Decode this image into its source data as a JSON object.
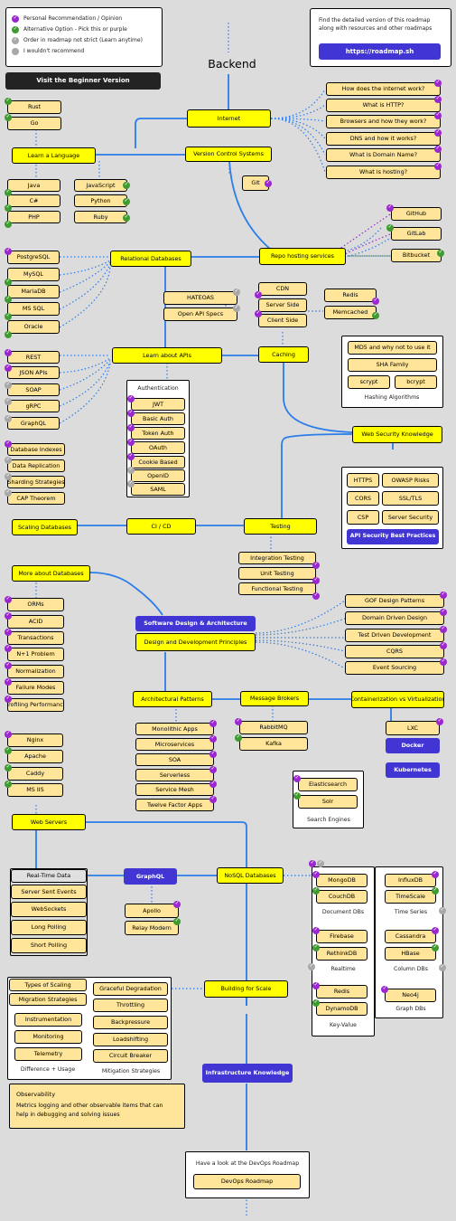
{
  "title": "Backend",
  "legend": {
    "items": [
      {
        "icon": "purple-check-icon",
        "label": "Personal Recommendation / Opinion"
      },
      {
        "icon": "green-check-icon",
        "label": "Alternative Option - Pick this or purple"
      },
      {
        "icon": "grey-check-icon",
        "label": "Order in roadmap not strict (Learn anytime)"
      },
      {
        "icon": "grey-dot-icon",
        "label": "I wouldn't recommend"
      }
    ],
    "beginner_button": "Visit the Beginner Version"
  },
  "info": {
    "line1": "Find the detailed version of this roadmap",
    "line2": "along with resources and other roadmaps",
    "link": "https://roadmap.sh"
  },
  "nodes": {
    "internet": "Internet",
    "how_internet": "How does the internet work?",
    "http": "What is HTTP?",
    "browsers": "Browsers and how they work?",
    "dns": "DNS and how it works?",
    "domain": "What is Domain Name?",
    "hosting": "What is hosting?",
    "rust": "Rust",
    "go": "Go",
    "learn_language": "Learn a Language",
    "vcs": "Version Control Systems",
    "git": "Git",
    "java": "Java",
    "csharp": "C#",
    "php": "PHP",
    "javascript": "JavaScript",
    "python": "Python",
    "ruby": "Ruby",
    "github": "GitHub",
    "gitlab": "GitLab",
    "bitbucket": "Bitbucket",
    "repo_hosting": "Repo hosting services",
    "relational_db": "Relational Databases",
    "postgresql": "PostgreSQL",
    "mysql": "MySQL",
    "mariadb": "MariaDB",
    "mssql": "MS SQL",
    "oracle": "Oracle",
    "hateoas": "HATEOAS",
    "open_api": "Open API Specs",
    "cdn": "CDN",
    "server_side": "Server Side",
    "client_side": "Client Side",
    "redis": "Redis",
    "memcached": "Memcached",
    "learn_apis": "Learn about APIs",
    "caching": "Caching",
    "rest": "REST",
    "json_apis": "JSON APIs",
    "soap": "SOAP",
    "grpc": "gRPC",
    "graphql": "GraphQL",
    "authentication": "Authentication",
    "jwt": "JWT",
    "basic_auth": "Basic Auth",
    "token_auth": "Token Auth",
    "oauth": "OAuth",
    "cookie_auth": "Cookie Based",
    "openid": "OpenID",
    "saml": "SAML",
    "md5": "MD5 and why not to use it",
    "sha": "SHA Family",
    "scrypt": "scrypt",
    "bcrypt": "bcrypt",
    "hashing": "Hashing Algorithms",
    "web_security": "Web Security Knowledge",
    "https": "HTTPS",
    "owasp": "OWASP Risks",
    "cors": "CORS",
    "ssl": "SSL/TLS",
    "csp": "CSP",
    "server_security": "Server Security",
    "api_security": "API Security Best Practices",
    "db_indexes": "Database Indexes",
    "data_replication": "Data Replication",
    "sharding": "Sharding Strategies",
    "cap": "CAP Theorem",
    "scaling_db": "Scaling Databases",
    "ci_cd": "CI / CD",
    "testing": "Testing",
    "integration_testing": "Integration Testing",
    "unit_testing": "Unit Testing",
    "functional_testing": "Functional Testing",
    "more_db": "More about Databases",
    "orms": "ORMs",
    "acid": "ACID",
    "transactions": "Transactions",
    "n1": "N+1 Problem",
    "normalization": "Normalization",
    "failure_modes": "Failure Modes",
    "profiling": "Profiling Performance",
    "software_design": "Software Design & Architecture",
    "design_principles": "Design and Development Principles",
    "gof": "GOF Design Patterns",
    "ddd": "Domain Driven Design",
    "tdd": "Test Driven Development",
    "cqrs": "CQRS",
    "event_sourcing": "Event Sourcing",
    "arch_patterns": "Architectural Patterns",
    "message_brokers": "Message Brokers",
    "containerization": "Containerization vs Virtualization",
    "monolithic": "Monolithic Apps",
    "microservices": "Microservices",
    "soa": "SOA",
    "serverless": "Serverless",
    "service_mesh": "Service Mesh",
    "twelve_factor": "Twelve Factor Apps",
    "rabbitmq": "RabbitMQ",
    "kafka": "Kafka",
    "lxc": "LXC",
    "docker": "Docker",
    "kubernetes": "Kubernetes",
    "nginx": "Nginx",
    "apache": "Apache",
    "caddy": "Caddy",
    "msiis": "MS IIS",
    "elasticsearch": "Elasticsearch",
    "solr": "Solr",
    "search_engines": "Search Engines",
    "web_servers": "Web Servers",
    "realtime_data": "Real-Time Data",
    "sse": "Server Sent Events",
    "websockets": "WebSockets",
    "long_polling": "Long Polling",
    "short_polling": "Short Polling",
    "graphql2": "GraphQL",
    "apollo": "Apollo",
    "relay": "Relay Modern",
    "nosql": "NoSQL Databases",
    "mongodb": "MongoDB",
    "couchdb": "CouchDB",
    "document_dbs": "Document DBs",
    "influxdb": "InfluxDB",
    "timescale": "TimeScale",
    "time_series": "Time Series",
    "firebase": "Firebase",
    "rethinkdb": "RethinkDB",
    "realtime": "Realtime",
    "cassandra": "Cassandra",
    "hbase": "HBase",
    "column_dbs": "Column DBs",
    "redis2": "Redis",
    "dynamodb": "DynamoDB",
    "key_value": "Key-Value",
    "neo4j": "Neo4j",
    "graph_dbs": "Graph DBs",
    "types_scaling": "Types of Scaling",
    "migration": "Migration Strategies",
    "instrumentation": "Instrumentation",
    "monitoring": "Monitoring",
    "telemetry": "Telemetry",
    "diff_usage": "Difference + Usage",
    "graceful": "Graceful Degradation",
    "throttling": "Throttling",
    "backpressure": "Backpressure",
    "loadshifting": "Loadshifting",
    "circuit_breaker": "Circuit Breaker",
    "mitigation": "Mitigation Strategies",
    "building_scale": "Building for Scale",
    "infrastructure": "Infrastructure Knowledge",
    "observability_title": "Observability",
    "observability_line1": "Metrics logging and other observable items that can",
    "observability_line2": "help in debugging and solving issues",
    "devops_text": "Have a look at the DevOps Roadmap",
    "devops_roadmap": "DevOps Roadmap"
  }
}
